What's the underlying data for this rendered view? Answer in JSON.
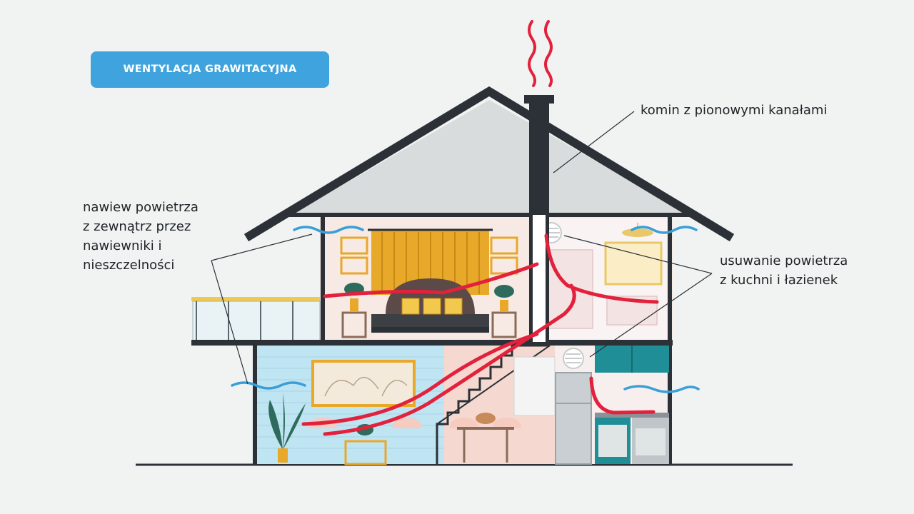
{
  "title": "WENTYLACJA GRAWITACYJNA",
  "labels": {
    "chimney": "komin z pionowymi kanałami",
    "intake": [
      "nawiew powietrza",
      "z zewnątrz przez",
      "nawiewniki i",
      "nieszczelności"
    ],
    "exhaust": [
      "usuwanie powietrza",
      "z kuchni i łazienek"
    ]
  },
  "colors": {
    "background": "#f1f3f3",
    "badge": "#3fa3dd",
    "warm_air": "#e2213c",
    "fresh_air": "#3a9fd8",
    "roof": "#2b3137"
  }
}
